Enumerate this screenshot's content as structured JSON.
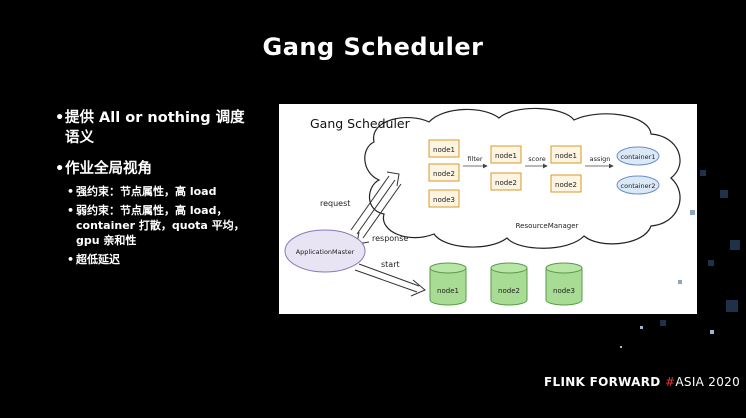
{
  "slide": {
    "title": "Gang Scheduler"
  },
  "bullets": [
    {
      "text": "提供 All or nothing 调度语义",
      "children": []
    },
    {
      "text": "作业全局视角",
      "children": [
        "强约束：节点属性，高 load",
        "弱约束：节点属性，高 load，container 打散，quota 平均，gpu 亲和性",
        "超低延迟"
      ]
    }
  ],
  "diagram": {
    "title": "Gang Scheduler",
    "nodes_in": [
      "node1",
      "node2",
      "node3"
    ],
    "filter_label": "filter",
    "filtered": [
      "node1",
      "node2"
    ],
    "score_label": "score",
    "scored": [
      "node1",
      "node2"
    ],
    "assign_label": "assign",
    "containers": [
      "container1",
      "container2"
    ],
    "resource_manager": "ResourceManager",
    "app_master": "ApplicationMaster",
    "request_label": "request",
    "response_label": "response",
    "start_label": "start",
    "cluster_nodes": [
      "node1",
      "node2",
      "node3"
    ],
    "colors": {
      "node_border": "#d99a2b",
      "node_fill": "#fdf4e2",
      "container_fill": "#dbe8f7",
      "container_border": "#6a8fc4",
      "am_fill": "#e8e4f4",
      "am_border": "#8878b8",
      "cylinder_fill": "#a8dc95",
      "cylinder_border": "#5a9a48"
    }
  },
  "footer": {
    "brand_a": "FLINK FORWARD",
    "hash": "#",
    "brand_b": "ASIA 2020"
  }
}
